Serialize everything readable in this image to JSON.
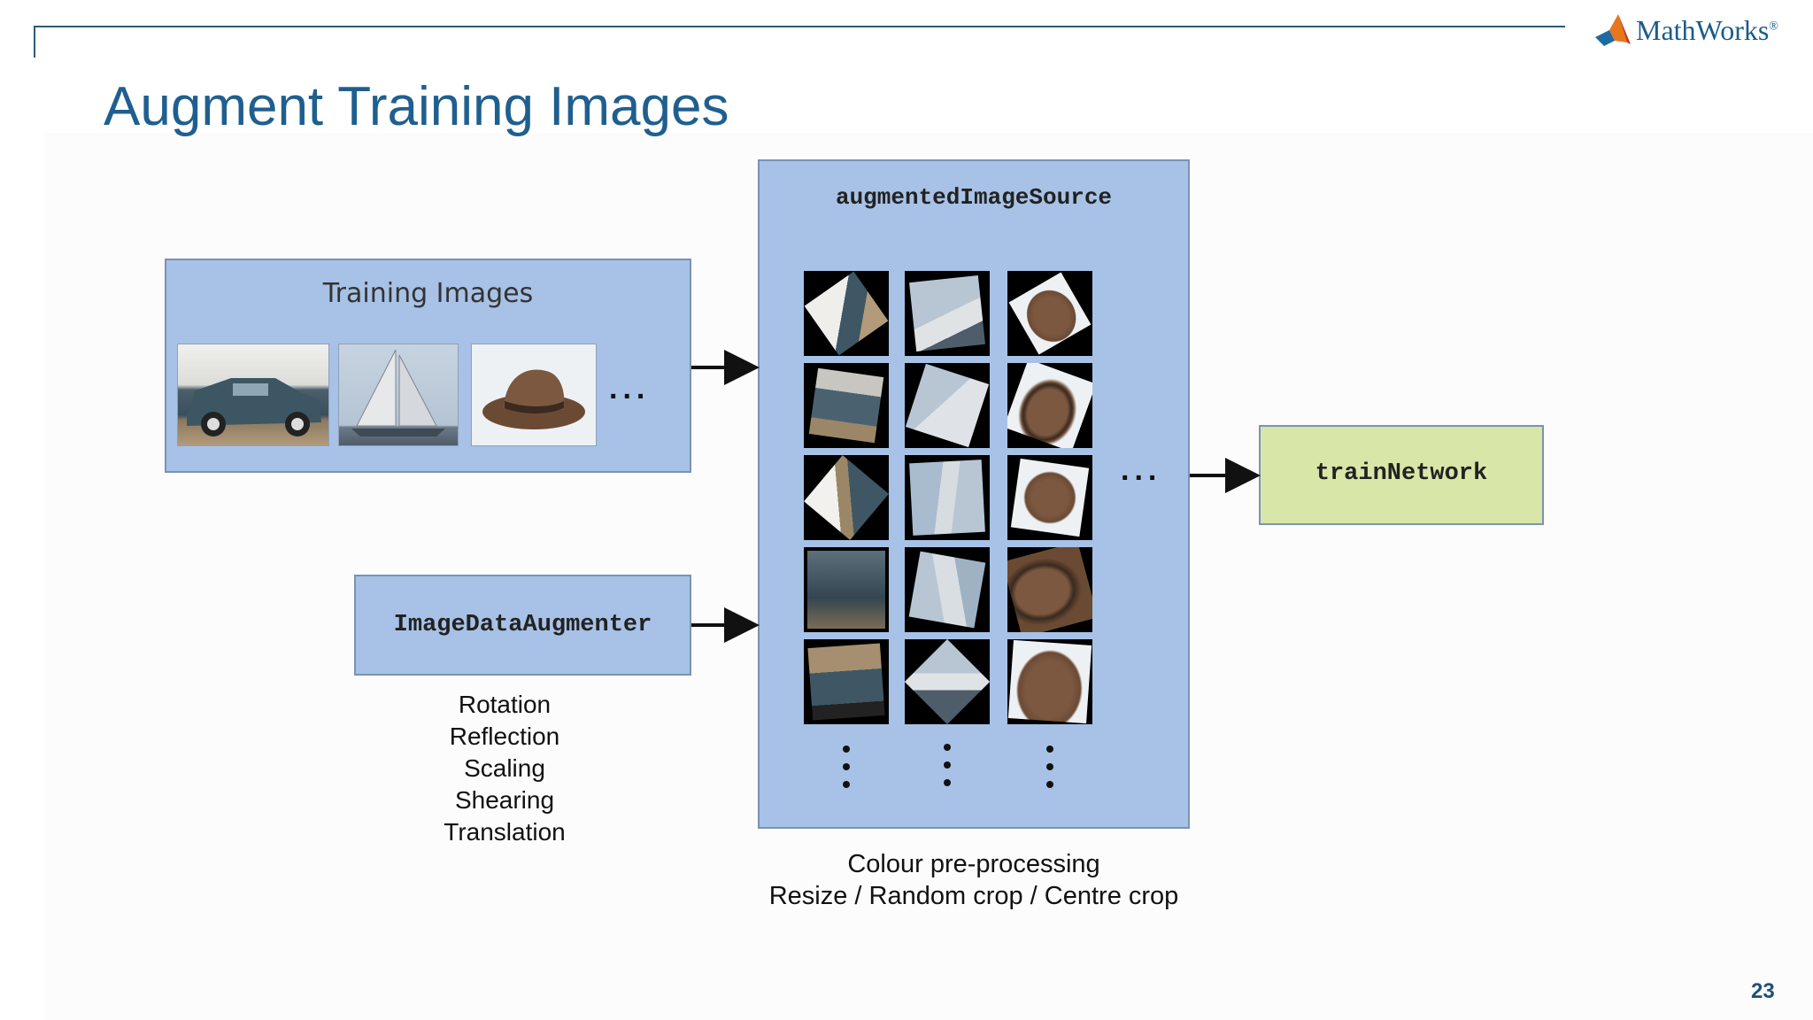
{
  "brand": {
    "name": "MathWorks",
    "suffix": "®"
  },
  "title": "Augment Training Images",
  "training": {
    "label": "Training Images",
    "more": "..."
  },
  "augmented_source": {
    "label": "augmentedImageSource",
    "more": "..."
  },
  "augmenter": {
    "label": "ImageDataAugmenter",
    "operations": [
      "Rotation",
      "Reflection",
      "Scaling",
      "Shearing",
      "Translation"
    ]
  },
  "train_network": {
    "label": "trainNetwork"
  },
  "caption": {
    "line1": "Colour pre-processing",
    "line2": "Resize / Random crop / Centre crop"
  },
  "page_number": "23"
}
